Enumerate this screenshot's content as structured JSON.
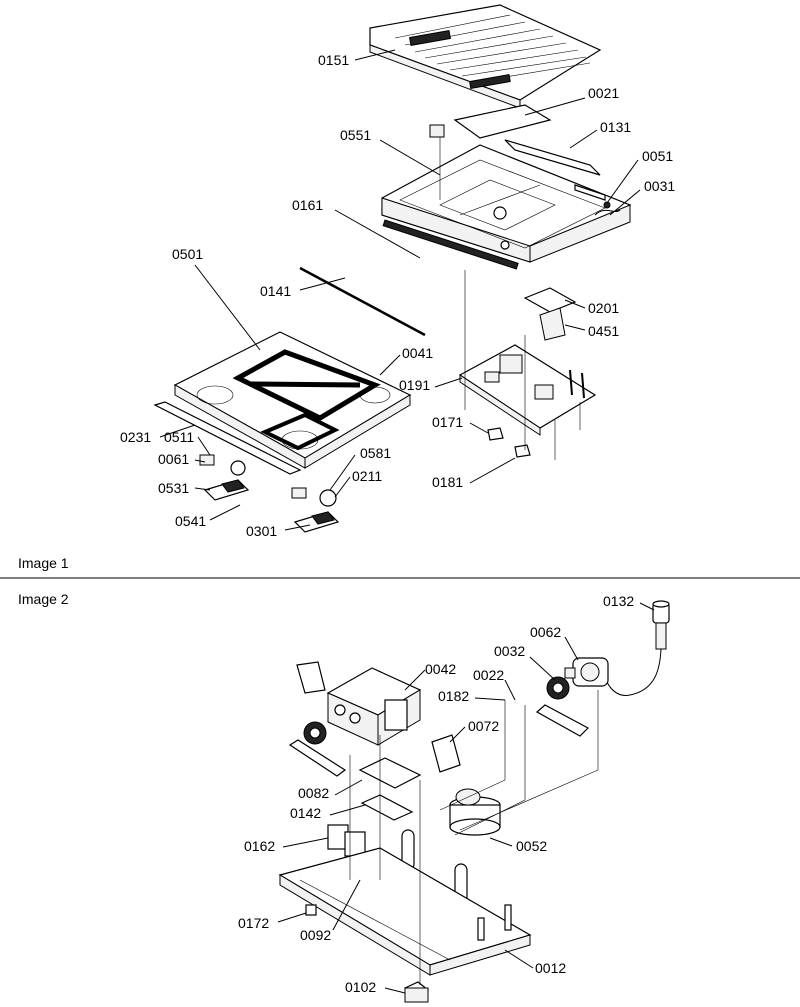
{
  "image1": {
    "caption": "Image 1",
    "labels": {
      "p0151": "0151",
      "p0021": "0021",
      "p0131": "0131",
      "p0551": "0551",
      "p0051": "0051",
      "p0031": "0031",
      "p0161": "0161",
      "p0501": "0501",
      "p0141": "0141",
      "p0201": "0201",
      "p0451": "0451",
      "p0041": "0041",
      "p0191": "0191",
      "p0171": "0171",
      "p0231": "0231",
      "p0511": "0511",
      "p0061": "0061",
      "p0531": "0531",
      "p0541": "0541",
      "p0581": "0581",
      "p0211": "0211",
      "p0301": "0301",
      "p0181": "0181"
    }
  },
  "image2": {
    "caption": "Image 2",
    "labels": {
      "p0132": "0132",
      "p0062": "0062",
      "p0032": "0032",
      "p0042": "0042",
      "p0022": "0022",
      "p0182": "0182",
      "p0072": "0072",
      "p0082": "0082",
      "p0142": "0142",
      "p0052": "0052",
      "p0162": "0162",
      "p0172": "0172",
      "p0092": "0092",
      "p0012": "0012",
      "p0102": "0102"
    }
  }
}
